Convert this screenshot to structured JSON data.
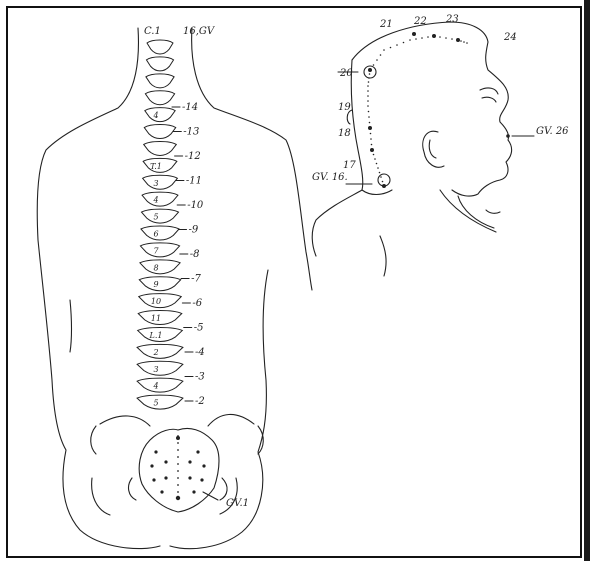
{
  "spine": {
    "top_label": "C.1",
    "top_gv": "16,GV",
    "vertebra_numbers": [
      "4",
      "",
      "",
      "T.1",
      "3",
      "4",
      "5",
      "6",
      "7",
      "8",
      "9",
      "10",
      "11",
      "L.1",
      "2",
      "3",
      "4",
      "5"
    ],
    "gv_points": [
      "14",
      "13",
      "12",
      "11",
      "10",
      "9",
      "8",
      "7",
      "6",
      "5",
      "4",
      "3",
      "2"
    ],
    "sacrum_point": "GV.1"
  },
  "head": {
    "crown_points": [
      "21",
      "22",
      "23",
      "24"
    ],
    "side_points": [
      "20",
      "19",
      "18",
      "17"
    ],
    "nape_point": "GV. 16.",
    "face_point": "GV. 26"
  }
}
